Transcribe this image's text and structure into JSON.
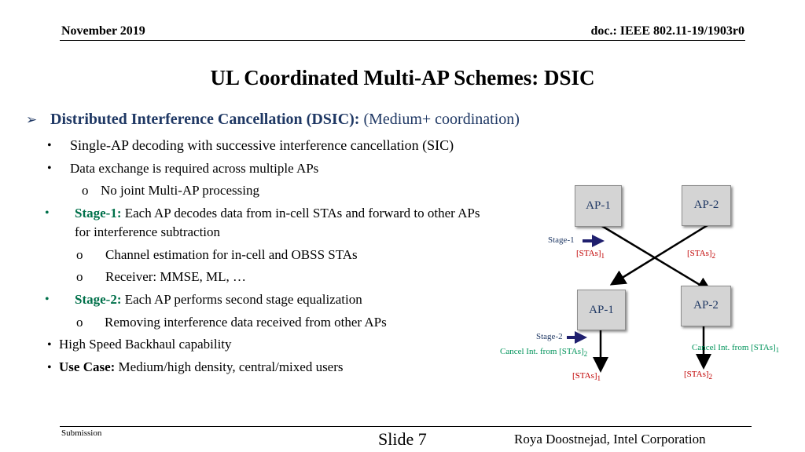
{
  "header": {
    "date": "November 2019",
    "doc": "doc.: IEEE 802.11-19/1903r0"
  },
  "title": "UL Coordinated Multi-AP Schemes: DSIC",
  "content": {
    "main_bold": "Distributed Interference Cancellation (DSIC):",
    "main_rest": " (Medium+ coordination)",
    "b1": "Single-AP decoding with successive interference cancellation (SIC)",
    "b2": "Data exchange is required across multiple APs",
    "b2_sub": "No joint Multi-AP processing",
    "stage1_label": "Stage-1:",
    "stage1_text": " Each AP decodes data from in-cell STAs and forward to other APs",
    "stage1_cont": "for interference subtraction",
    "s1_sub1": "Channel estimation for in-cell and OBSS STAs",
    "s1_sub2": "Receiver: MMSE, ML, …",
    "stage2_label": "Stage-2:",
    "stage2_text": " Each AP performs second stage equalization",
    "s2_sub1": "Removing interference data received from other APs",
    "b_backhaul": "High Speed Backhaul capability",
    "usecase_label": "Use Case:",
    "usecase_text": " Medium/high density, central/mixed users"
  },
  "bullets": {
    "arrow": "➢",
    "dot": "•",
    "sub": "o"
  },
  "diagram": {
    "ap1_top": "AP-1",
    "ap2_top": "AP-2",
    "ap1_bottom": "AP-1",
    "ap2_bottom": "AP-2",
    "stage1": "Stage-1",
    "stage2": "Stage-2",
    "stas_base": "[STAs]",
    "sub1": "1",
    "sub2": "2",
    "cancel_base": "Cancel Int. from [STAs]"
  },
  "footer": {
    "submission": "Submission",
    "slide": "Slide 7",
    "author": "Roya Doostnejad, Intel Corporation"
  },
  "colors": {
    "heading_navy": "#1f3864",
    "stage_green": "#00704a",
    "stas_red": "#c00000",
    "cancel_teal": "#00935a",
    "arrow_navy": "#1f1f6e"
  }
}
